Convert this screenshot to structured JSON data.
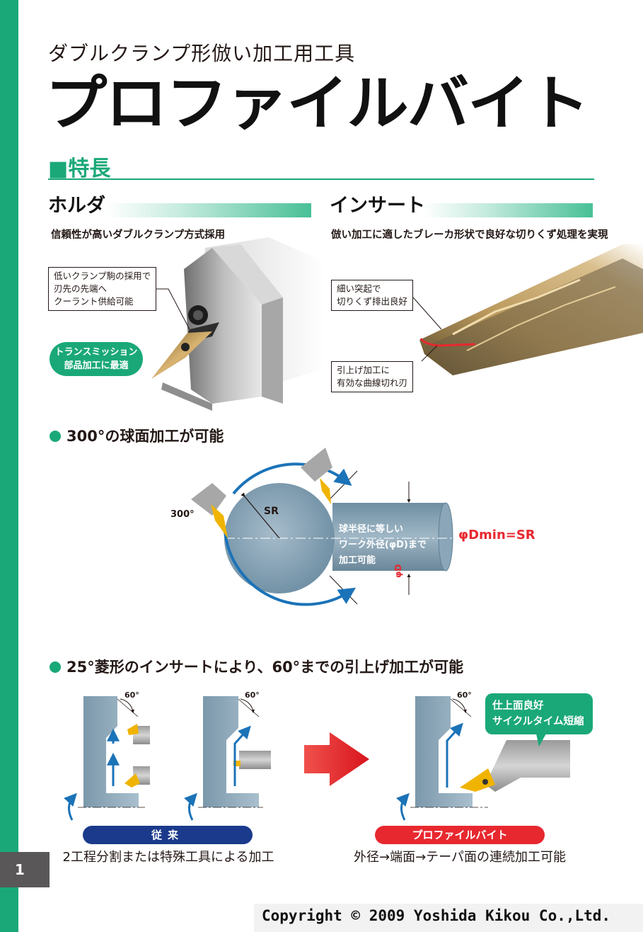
{
  "page": {
    "number": "1"
  },
  "header": {
    "subtitle": "ダブルクランプ形倣い加工用工具",
    "title": "プロファイルバイト"
  },
  "section": {
    "heading": "■特長"
  },
  "holder": {
    "title": "ホルダ",
    "description": "信頼性が高いダブルクランプ方式採用",
    "callout": [
      "低いクランプ駒の採用で",
      "刃先の先端へ",
      "クーラント供給可能"
    ],
    "badge": [
      "トランスミッション",
      "部品加工に最適"
    ]
  },
  "insert": {
    "title": "インサート",
    "description": "倣い加工に適したブレーカ形状で良好な切りくず処理を実現",
    "callout_top": [
      "細い突起で",
      "切りくず排出良好"
    ],
    "callout_bottom": [
      "引上げ加工に",
      "有効な曲線切れ刃"
    ]
  },
  "feature1": {
    "heading": "300°の球面加工が可能",
    "angle_label": "300°",
    "radius_label": "SR",
    "note": [
      "球半径に等しい",
      "ワーク外径(φD)まで",
      "加工可能"
    ],
    "formula": "φDmin=SR",
    "diameter_label": "φD"
  },
  "feature2": {
    "heading": "25°菱形のインサートにより、60°までの引上げ加工が可能",
    "angle_label": "60°",
    "conventional_label": "従来",
    "conventional_caption": "2工程分割または特殊工具による加工",
    "profile_label": "プロファイルバイト",
    "profile_caption": "外径→端面→テーパ面の連続加工可能",
    "benefit": [
      "仕上面良好",
      "サイクルタイム短縮"
    ]
  },
  "footer": {
    "copyright": "Copyright © 2009 Yoshida Kikou Co.,Ltd."
  },
  "colors": {
    "green": "#1aa879",
    "blue": "#1b73b8",
    "red": "#e8282f",
    "navy": "#1b3a8c",
    "gray_band": "#595757"
  }
}
